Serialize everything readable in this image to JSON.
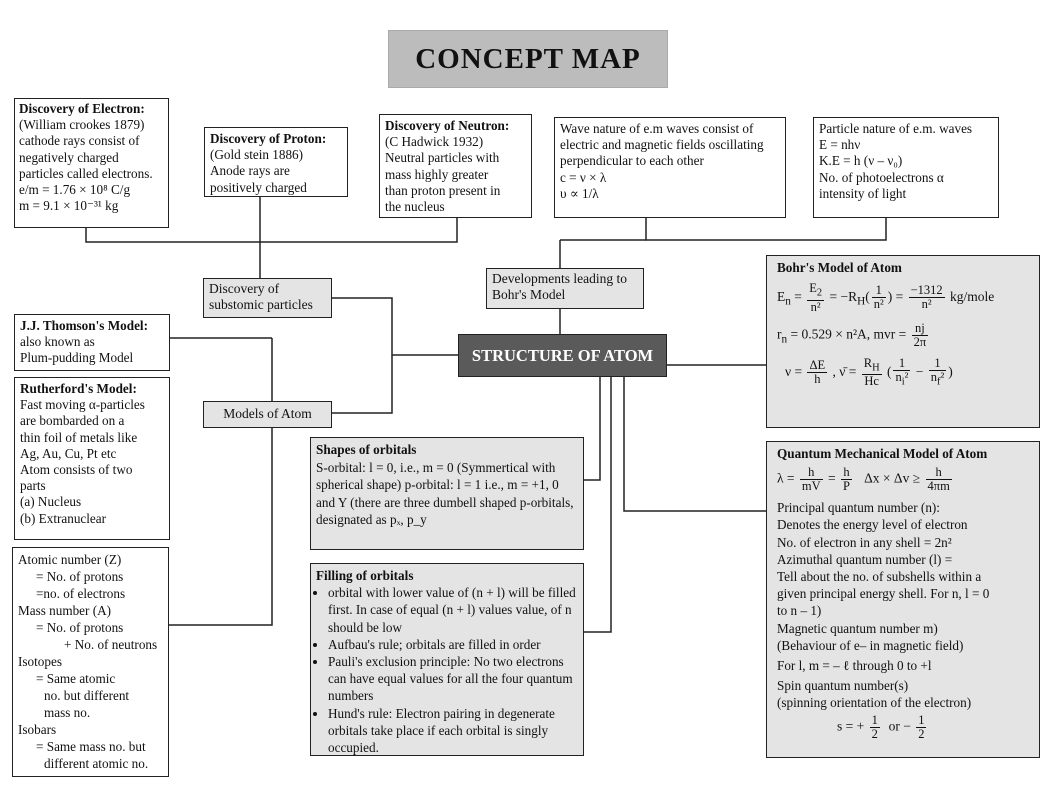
{
  "title": "CONCEPT  MAP",
  "center": "STRUCTURE OF ATOM",
  "labels": {
    "subatomic": "Discovery of substomic particles",
    "models": "Models of Atom",
    "developments": "Developments leading to Bohr's Model"
  },
  "electron": {
    "heading": "Discovery of Electron:",
    "line1": "(William crookes 1879)",
    "line2": "cathode rays consist of",
    "line3": "negatively charged",
    "line4": "particles called electrons.",
    "em": "e/m = 1.76 × 10⁸ C/g",
    "mass": "m = 9.1 × 10⁻³¹ kg"
  },
  "proton": {
    "heading": "Discovery of Proton:",
    "line1": "(Gold stein 1886)",
    "line2": "Anode rays are",
    "line3": "positively charged"
  },
  "neutron": {
    "heading": "Discovery of Neutron:",
    "line1": "(C Hadwick 1932)",
    "line2": "Neutral particles with",
    "line3": "mass highly greater",
    "line4": "than proton present in",
    "line5": "the nucleus"
  },
  "wave": {
    "line1": "Wave nature of e.m waves consist of",
    "line2": "electric and magnetic fields oscillating",
    "line3": "perpendicular to each other",
    "line4": "c = ν × λ",
    "line5": "υ ∝ 1/λ"
  },
  "particle": {
    "line1": "Particle nature of e.m. waves",
    "line2": "E = nhν",
    "line3": "K.E = h (ν – ν₀)",
    "line4": "No. of photoelectrons α",
    "line5": "intensity of light"
  },
  "thomson": {
    "heading": "J.J. Thomson's Model:",
    "line1": "also known as",
    "line2": "Plum-pudding Model"
  },
  "rutherford": {
    "heading": "Rutherford's Model:",
    "line1": "Fast moving α-particles",
    "line2": "are bombarded on a",
    "line3": "thin foil of metals like",
    "line4": "Ag, Au, Cu, Pt etc",
    "line5": "Atom consists of two",
    "line6": "parts",
    "line7": "(a) Nucleus",
    "line8": "(b) Extranuclear"
  },
  "atomic": {
    "l1": "Atomic number (Z)",
    "l2": "= No. of protons",
    "l3": "=no. of electrons",
    "l4": "Mass number (A)",
    "l5": "= No. of protons",
    "l6": "+ No. of neutrons",
    "l7": "Isotopes",
    "l8": "= Same atomic",
    "l9": "no. but different",
    "l10": "mass no.",
    "l11": "Isobars",
    "l12": "= Same mass no. but",
    "l13": "different atomic no."
  },
  "shapes": {
    "heading": "Shapes of orbitals",
    "body": "S-orbital: l = 0, i.e., m = 0 (Symmertical with spherical shape) p-orbital: l = 1 i.e., m = +1, 0 and Y (there are three dumbell shaped p-orbitals, designated as pₓ, p_y"
  },
  "filling": {
    "heading": "Filling of orbitals",
    "items": [
      "orbital with lower value of (n + l) will be filled first. In case of equal (n + l) values value, of n should be low",
      "Aufbau's rule; orbitals are filled in order",
      "Pauli's exclusion principle: No two electrons can have equal values for all the four quantum numbers",
      "Hund's rule: Electron pairing in degenerate orbitals take place if each orbital is singly occupied."
    ]
  },
  "bohr": {
    "heading": "Bohr's Model of Atom",
    "en": "E",
    "en_sub": "n",
    "e2": "E",
    "e2_sub": "2",
    "n2": "n²",
    "minus_rh": "= −R",
    "rh_sub": "H",
    "one": "1",
    "n2b": "n²",
    "num1312": "−1312",
    "n2c": "n²",
    "kgmole": "kg/mole",
    "rn": "r",
    "rn_sub": "n",
    "rn_val": "= 0.529 × n²A, mvr =",
    "nj": "nj",
    "twopi": "2π",
    "nu": "ν =",
    "de": "ΔE",
    "h": "h",
    "nubar": ", ν̄ =",
    "rh2": "R",
    "rh2_sub": "H",
    "hc": "Hc",
    "one_a": "1",
    "ni2": "n",
    "ni2_sub": "i",
    "one_b": "1",
    "nf2": "n",
    "nf2_sub": "f"
  },
  "quantum": {
    "heading": "Quantum Mechanical Model of Atom",
    "lambda": "λ =",
    "h": "h",
    "mv": "mV",
    "eqh": "=",
    "h2": "h",
    "p": "P",
    "dx": "Δx × Δv ≥",
    "h3": "h",
    "fourpim": "4πm",
    "l1": "Principal quantum number (n):",
    "l2": "Denotes the energy level of electron",
    "l3": "No. of electron in any shell = 2n²",
    "l4": "Azimuthal quantum number (l) =",
    "l5": "Tell about the no. of subshells within a",
    "l6": "given principal energy shell. For n, l = 0",
    "l7": "to n – 1)",
    "l8": "Magnetic quantum number m)",
    "l9": "(Behaviour of e– in magnetic field)",
    "l10": "For l, m = – ℓ through 0 to +l",
    "l11": "Spin quantum number(s)",
    "l12": "(spinning orientation of the electron)",
    "spin_s": "s = +",
    "spin_half1_n": "1",
    "spin_half1_d": "2",
    "spin_or": "or   −",
    "spin_half2_n": "1",
    "spin_half2_d": "2"
  }
}
